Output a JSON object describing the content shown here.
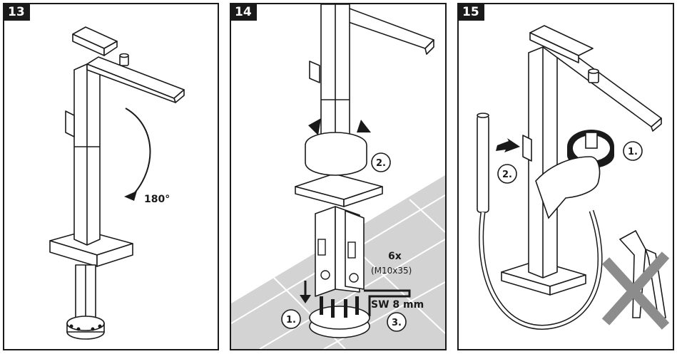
{
  "panels": {
    "p13": {
      "number": "13",
      "rotation_label": "180°"
    },
    "p14": {
      "number": "14",
      "step1": "1.",
      "step2": "2.",
      "step3": "3.",
      "screw_count": "6x",
      "screw_size": "(M10x35)",
      "wrench_size": "SW 8 mm"
    },
    "p15": {
      "number": "15",
      "step1": "1.",
      "step2": "2."
    }
  },
  "colors": {
    "ink": "#1a1a1a",
    "floor_gray": "#d3d3d3",
    "tile_line": "#ffffff",
    "cross_gray": "#8c8c8c"
  }
}
